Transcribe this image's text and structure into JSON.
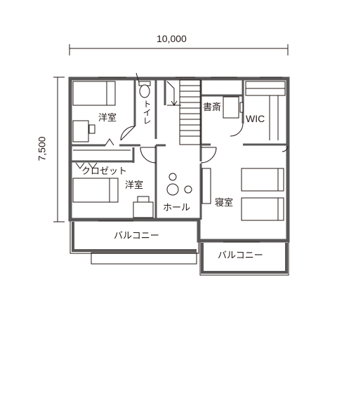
{
  "dimensions": {
    "width_label": "10,000",
    "depth_label": "7,500"
  },
  "rooms": {
    "western_room_top": "洋室",
    "toilet": "トイレ",
    "study": "書斎",
    "wic": "WIC",
    "closet": "クロゼット",
    "western_room_bottom": "洋室",
    "hall": "ホール",
    "bedroom": "寝室",
    "balcony_left": "バルコニー",
    "balcony_right": "バルコニー"
  },
  "colors": {
    "wall": "#595757",
    "line": "#231815",
    "balcony_wall": "#595757"
  }
}
